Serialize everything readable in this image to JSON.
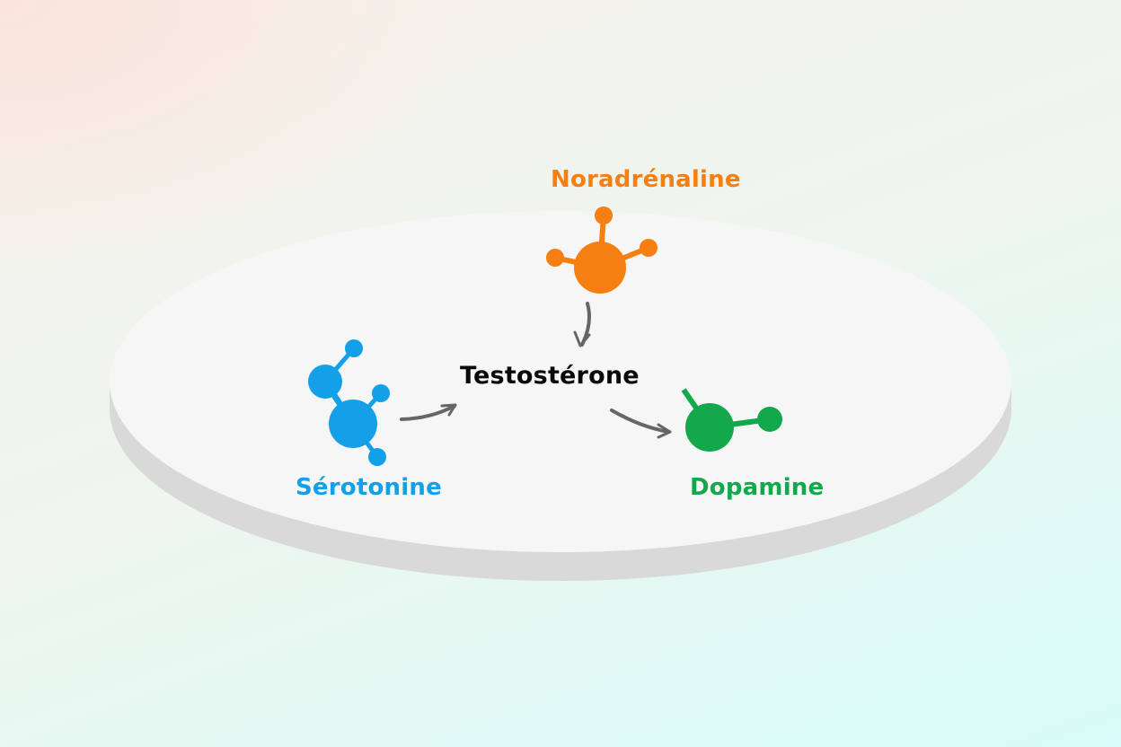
{
  "nodes": {
    "center": {
      "label": "Testostérone",
      "color": "#0a0a0a"
    },
    "top": {
      "label": "Noradrénaline",
      "color": "#f67f12"
    },
    "left": {
      "label": "Sérotonine",
      "color": "#14a0e8"
    },
    "right": {
      "label": "Dopamine",
      "color": "#14a84c"
    }
  },
  "edges": [
    {
      "from": "Noradrénaline",
      "to": "Testostérone"
    },
    {
      "from": "Sérotonine",
      "to": "Testostérone"
    },
    {
      "from": "Testostérone",
      "to": "Dopamine"
    }
  ],
  "colors": {
    "platform_top": "#f6f6f6",
    "platform_side": "#d9d9d9",
    "arrow": "#666666"
  },
  "icons": {
    "top": "molecule-icon",
    "left": "molecule-icon",
    "right": "molecule-icon"
  }
}
